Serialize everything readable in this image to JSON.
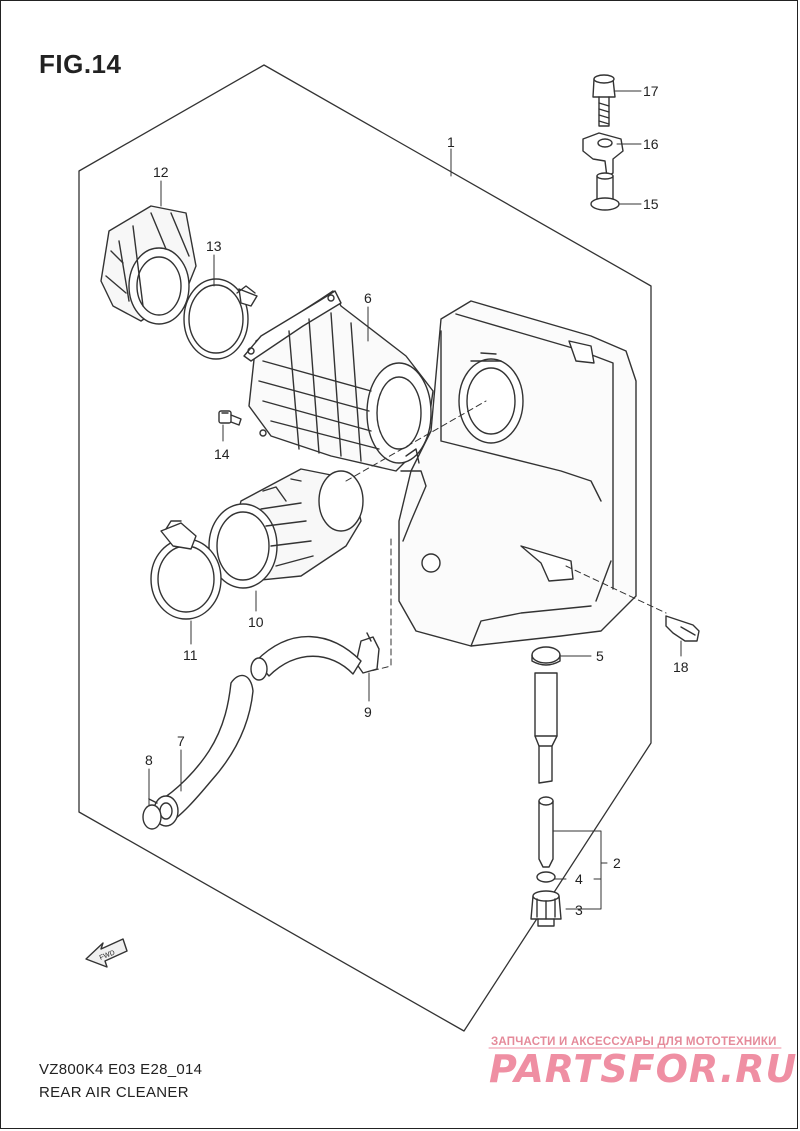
{
  "figure": {
    "title": "FIG.14"
  },
  "callouts": [
    {
      "id": "1",
      "label": "1"
    },
    {
      "id": "2",
      "label": "2"
    },
    {
      "id": "3",
      "label": "3"
    },
    {
      "id": "4",
      "label": "4"
    },
    {
      "id": "5",
      "label": "5"
    },
    {
      "id": "6",
      "label": "6"
    },
    {
      "id": "7",
      "label": "7"
    },
    {
      "id": "8",
      "label": "8"
    },
    {
      "id": "9",
      "label": "9"
    },
    {
      "id": "10",
      "label": "10"
    },
    {
      "id": "11",
      "label": "11"
    },
    {
      "id": "12",
      "label": "12"
    },
    {
      "id": "13",
      "label": "13"
    },
    {
      "id": "14",
      "label": "14"
    },
    {
      "id": "15",
      "label": "15"
    },
    {
      "id": "16",
      "label": "16"
    },
    {
      "id": "17",
      "label": "17"
    },
    {
      "id": "18",
      "label": "18"
    }
  ],
  "direction_marker": {
    "label": "FWD"
  },
  "footer": {
    "model_code": "VZ800K4 E03 E28_014",
    "section_name": "REAR AIR CLEANER"
  },
  "watermark": {
    "tagline": "ЗАПЧАСТИ И АКСЕССУАРЫ ДЛЯ МОТОТЕХНИКИ",
    "brand": "PARTSFOR.RU"
  }
}
